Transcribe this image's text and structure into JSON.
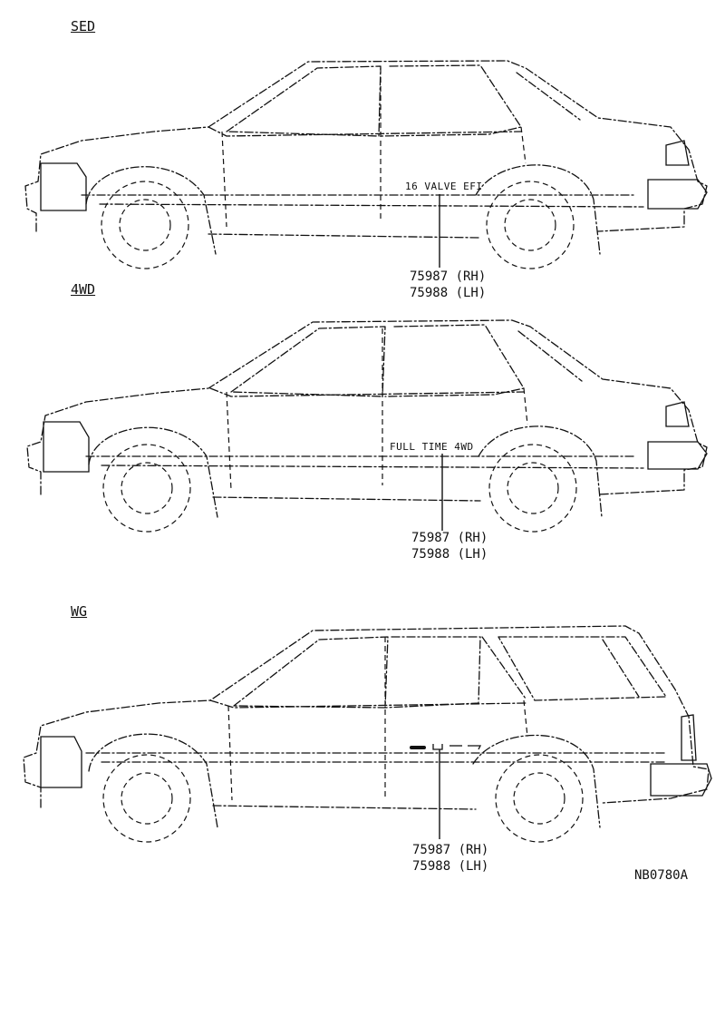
{
  "views": [
    {
      "id": "sed",
      "title": "SED",
      "emblem": "16 VALVE EFI",
      "parts": [
        "75987 (RH)",
        "75988 (LH)"
      ]
    },
    {
      "id": "4wd",
      "title": "4WD",
      "emblem": "FULL TIME 4WD",
      "parts": [
        "75987 (RH)",
        "75988 (LH)"
      ]
    },
    {
      "id": "wg",
      "title": "WG",
      "emblem": "",
      "parts": [
        "75987 (RH)",
        "75988 (LH)"
      ]
    }
  ],
  "reference": "NB0780A"
}
